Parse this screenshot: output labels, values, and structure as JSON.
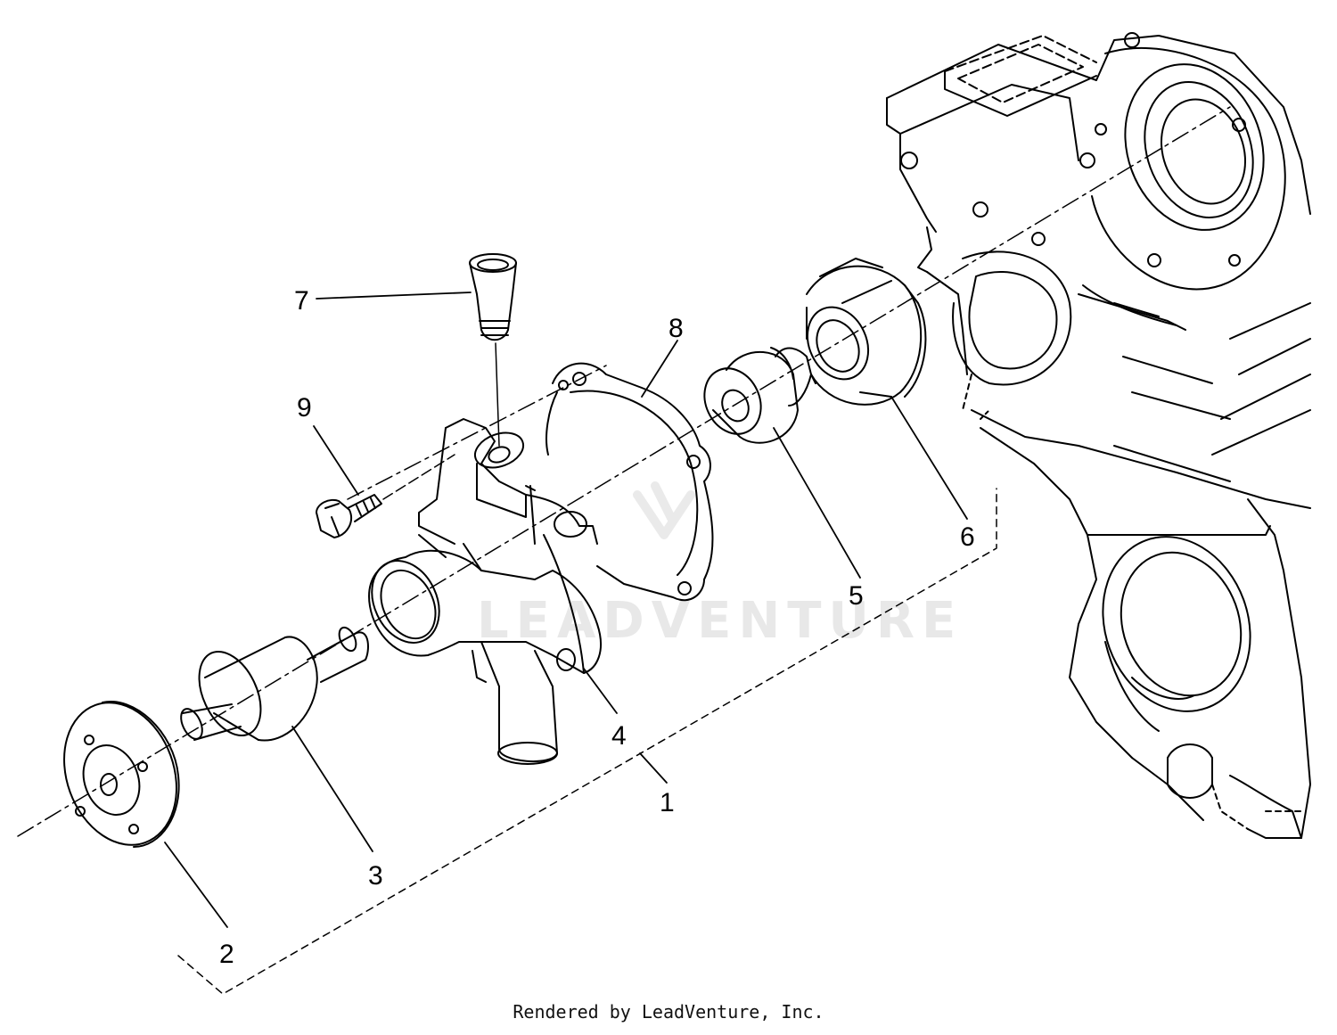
{
  "diagram": {
    "callouts": [
      {
        "id": "1",
        "label": "1"
      },
      {
        "id": "2",
        "label": "2"
      },
      {
        "id": "3",
        "label": "3"
      },
      {
        "id": "4",
        "label": "4"
      },
      {
        "id": "5",
        "label": "5"
      },
      {
        "id": "6",
        "label": "6"
      },
      {
        "id": "7",
        "label": "7"
      },
      {
        "id": "8",
        "label": "8"
      },
      {
        "id": "9",
        "label": "9"
      }
    ],
    "watermark": "LEADVENTURE"
  },
  "footer": {
    "text": "Rendered by LeadVenture, Inc."
  }
}
